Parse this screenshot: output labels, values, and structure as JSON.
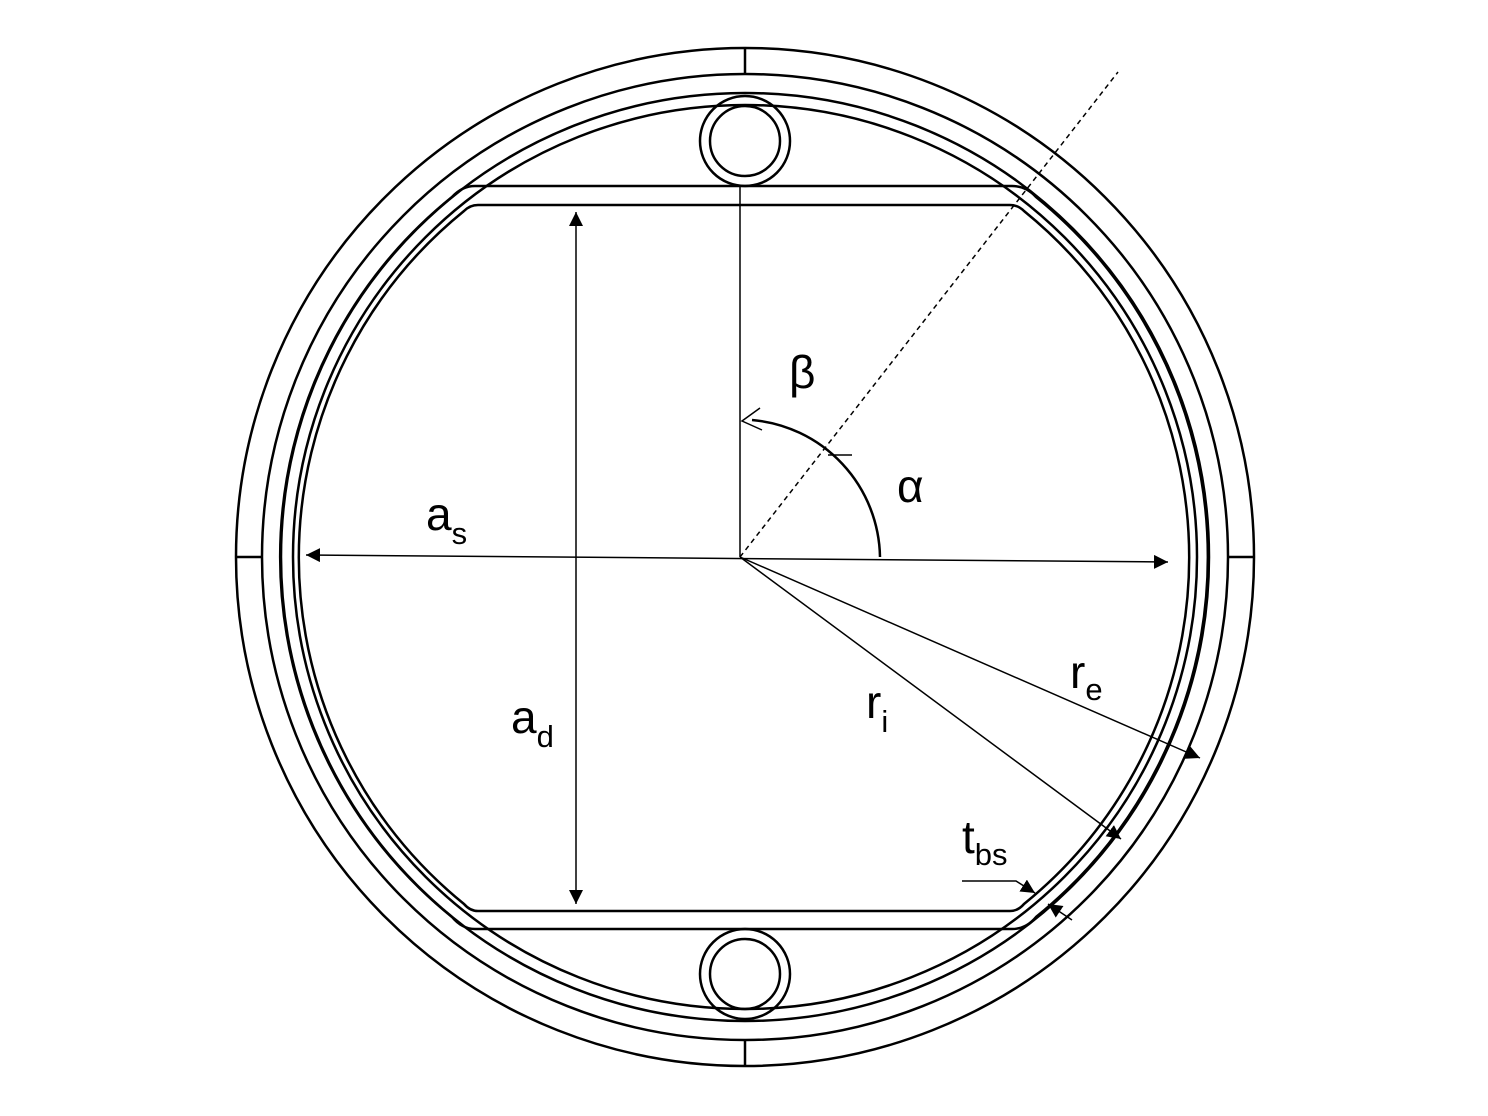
{
  "labels": {
    "a_s": {
      "main": "a",
      "sub": "s"
    },
    "a_d": {
      "main": "a",
      "sub": "d"
    },
    "beta": {
      "main": "β"
    },
    "alpha": {
      "main": "α"
    },
    "r_e": {
      "main": "r",
      "sub": "e"
    },
    "r_i": {
      "main": "r",
      "sub": "i"
    },
    "t_bs": {
      "main": "t",
      "sub": "bs"
    }
  }
}
